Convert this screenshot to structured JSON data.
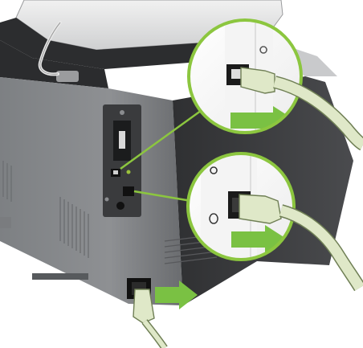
{
  "figure": {
    "subject": "printer-rear-connections",
    "printed_text": []
  },
  "callouts": [
    {
      "id": "usb-callout",
      "port": "usb-port",
      "cable": "usb-cable"
    },
    {
      "id": "network-callout",
      "port": "network-port",
      "cable": "network-cable"
    }
  ],
  "arrows": [
    {
      "id": "usb-insert-arrow",
      "target": "usb-port"
    },
    {
      "id": "network-insert-arrow",
      "target": "network-port"
    },
    {
      "id": "power-insert-arrow",
      "target": "power-socket"
    }
  ],
  "colors": {
    "accent_green": "#8cc63f",
    "arrow_green": "#7ac143",
    "cable_green": "#dfe8c8",
    "cable_edge": "#6f7f55",
    "printer_body": "#8c8e91",
    "printer_dark": "#2a2b2d",
    "background": "#ffffff"
  }
}
